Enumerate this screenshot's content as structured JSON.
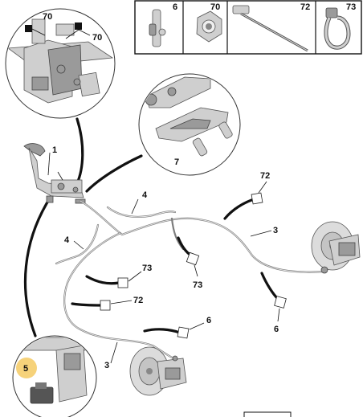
{
  "parts_table": {
    "headers": [
      "6",
      "70",
      "72",
      "73"
    ]
  },
  "callouts": {
    "main": {
      "lever": "1",
      "cable_left_front": "4",
      "cable_left_mid": "4",
      "cable_right": "3",
      "cable_lower": "3",
      "clip_right_top": "72",
      "clip_mid_73": "73",
      "clip_right_73": "73",
      "clip_mid_72": "72",
      "clip_lower_6": "6",
      "clip_right_6": "6"
    },
    "detail_top_left": {
      "nut_a": "70",
      "nut_b": "70"
    },
    "detail_top_right": {
      "grommet": "7"
    },
    "detail_bottom_left": {
      "switch": "5",
      "highlight_color": "#f6d27a"
    }
  },
  "colors": {
    "cable": "#7d7d7d",
    "leader": "#111111",
    "highlight": "#f6d27a"
  }
}
